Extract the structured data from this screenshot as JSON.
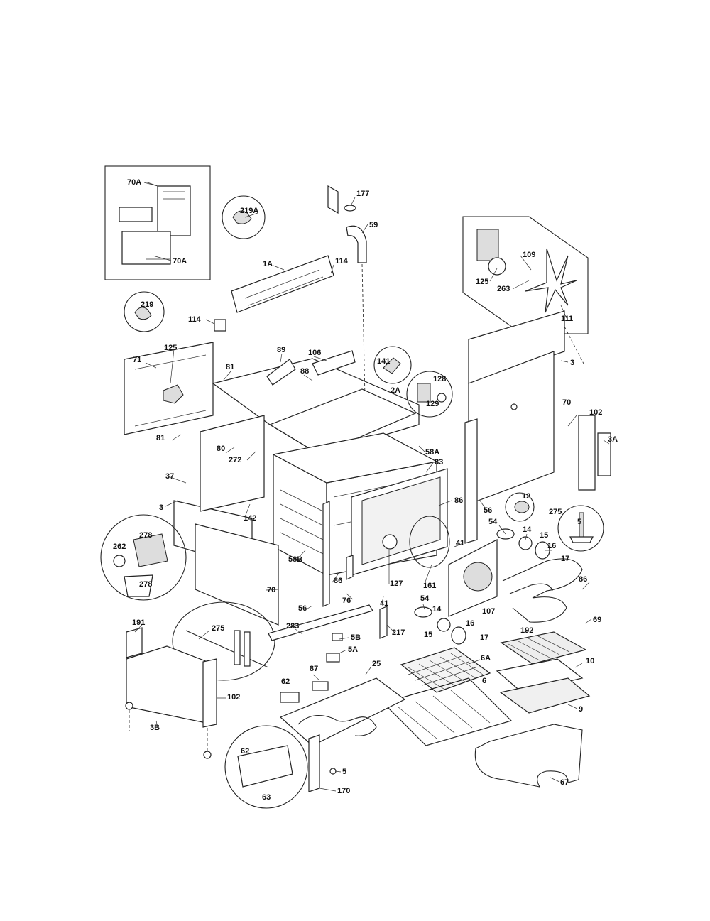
{
  "parts": {
    "p70A": "70A",
    "p219A": "219A",
    "p177": "177",
    "p59": "59",
    "p1A": "1A",
    "p114": "114",
    "p219": "219",
    "p125": "125",
    "p109": "109",
    "p263": "263",
    "p111": "111",
    "p3": "3",
    "p71": "71",
    "p89": "89",
    "p106": "106",
    "p81": "81",
    "p88": "88",
    "p141": "141",
    "p128": "128",
    "p2A": "2A",
    "p129": "129",
    "p70": "70",
    "p102": "102",
    "p3A": "3A",
    "p80": "80",
    "p272": "272",
    "p58A": "58A",
    "p37": "37",
    "p83": "83",
    "p86": "86",
    "p142": "142",
    "p12": "12",
    "p56": "56",
    "p275": "275",
    "p5": "5",
    "p278": "278",
    "p262": "262",
    "p54": "54",
    "p14": "14",
    "p15": "15",
    "p16": "16",
    "p17": "17",
    "p41": "41",
    "p58B": "58B",
    "p127": "127",
    "p161": "161",
    "p76": "76",
    "p107": "107",
    "p69": "69",
    "p217": "217",
    "p191": "191",
    "p283": "283",
    "p5B": "5B",
    "p5A": "5A",
    "p192": "192",
    "p6A": "6A",
    "p10": "10",
    "p25": "25",
    "p87": "87",
    "p62": "62",
    "p6": "6",
    "p9": "9",
    "p3B": "3B",
    "p63": "63",
    "p170": "170",
    "p67": "67"
  }
}
